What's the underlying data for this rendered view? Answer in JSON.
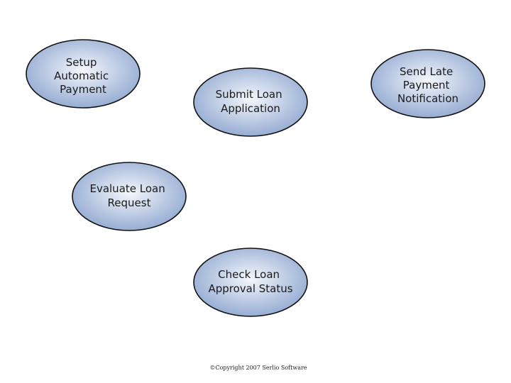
{
  "diagram": {
    "use_cases": [
      {
        "id": "setup-automatic-payment",
        "lines": [
          "Setup",
          "Automatic",
          "Payment"
        ]
      },
      {
        "id": "submit-loan-application",
        "lines": [
          "Submit Loan",
          "Application"
        ]
      },
      {
        "id": "send-late-payment-notification",
        "lines": [
          "Send Late",
          "Payment",
          "Notification"
        ]
      },
      {
        "id": "evaluate-loan-request",
        "lines": [
          "Evaluate Loan",
          "Request"
        ]
      },
      {
        "id": "check-loan-approval-status",
        "lines": [
          "Check Loan",
          "Approval Status"
        ]
      }
    ],
    "colors": {
      "fill_center": "#f4f7fc",
      "fill_edge": "#8ea6cf",
      "stroke": "#111111"
    }
  },
  "footer": {
    "copyright": "©Copyright 2007 Serlio Software"
  }
}
